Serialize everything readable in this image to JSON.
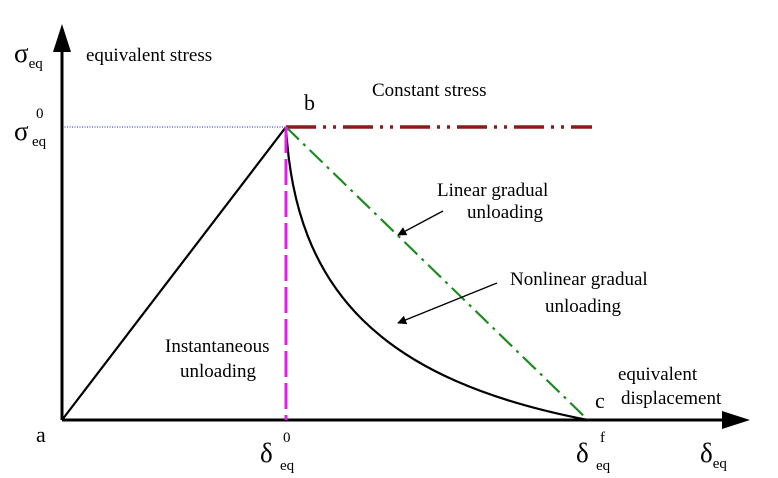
{
  "axes": {
    "y_symbol": "σ",
    "y_symbol_sub": "eq",
    "y_label": "equivalent stress",
    "x_symbol": "δ",
    "x_symbol_sub": "eq",
    "x_label_line1": "equivalent",
    "x_label_line2": "displacement"
  },
  "ticks": {
    "peak_stress": {
      "main": "σ",
      "sup": "0",
      "sub": "eq"
    },
    "peak_disp": {
      "main": "δ",
      "sup": "0",
      "sub": "eq"
    },
    "final_disp": {
      "main": "δ",
      "sup": "f",
      "sub": "eq"
    }
  },
  "points": {
    "a": "a",
    "b": "b",
    "c": "c"
  },
  "curves": {
    "constant": {
      "label": "Constant stress",
      "color": "#8B1A1A"
    },
    "linear": {
      "label_line1": "Linear gradual",
      "label_line2": "unloading",
      "color": "#1E8B22"
    },
    "nonlinear": {
      "label_line1": "Nonlinear gradual",
      "label_line2": "unloading",
      "color": "#000000"
    },
    "instant": {
      "label_line1": "Instantaneous",
      "label_line2": "unloading",
      "color": "#E020E0"
    },
    "guide_color": "#2020C0"
  }
}
